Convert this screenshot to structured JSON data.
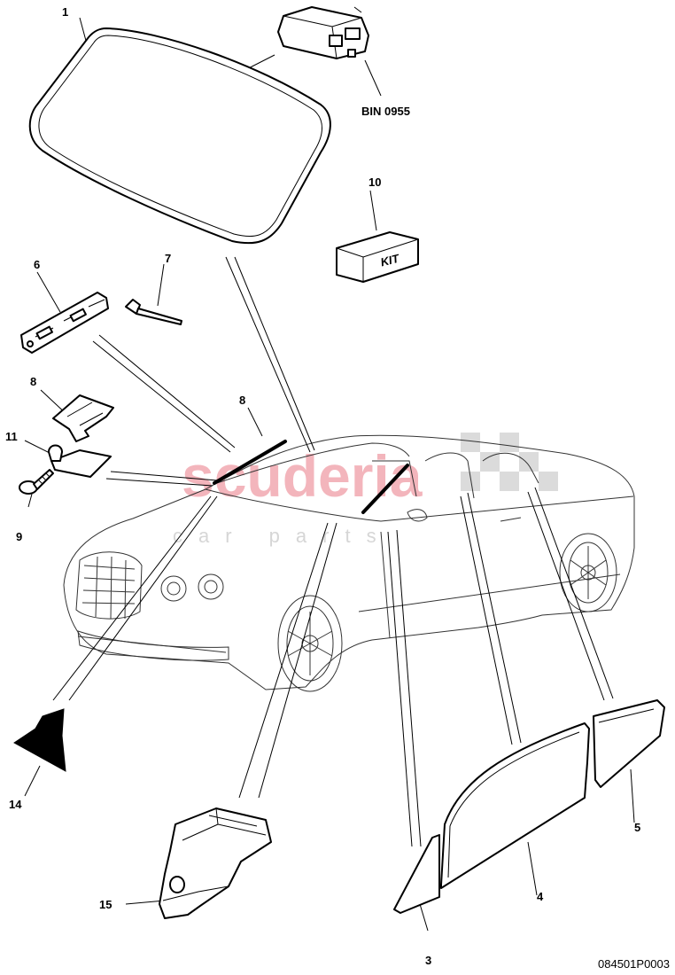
{
  "watermark": {
    "brand": "scuderia",
    "sub": "car parts"
  },
  "callouts": {
    "c1": "1",
    "c3": "3",
    "c4": "4",
    "c5": "5",
    "c6": "6",
    "c7": "7",
    "c8a": "8",
    "c8b": "8",
    "c9": "9",
    "c10": "10",
    "c11": "11",
    "c14": "14",
    "c15": "15"
  },
  "bin_label": "BIN 0955",
  "kit_label": "KIT",
  "drawing_number": "084501P0003"
}
